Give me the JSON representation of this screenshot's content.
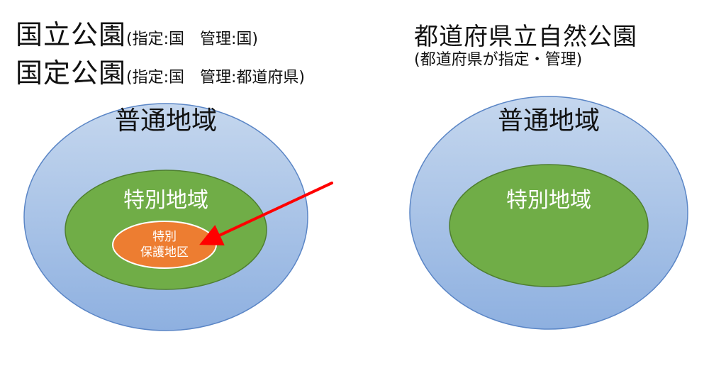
{
  "left": {
    "line1": {
      "title": "国立公園",
      "sub": "(指定:国　管理:国)"
    },
    "line2": {
      "title": "国定公園",
      "sub": "(指定:国　管理:都道府県)"
    },
    "outer_label": "普通地域",
    "middle_label": "特別地域",
    "inner_label_1": "特別",
    "inner_label_2": "保護地区"
  },
  "right": {
    "title": "都道府県立自然公園",
    "sub": "(都道府県が指定・管理)",
    "outer_label": "普通地域",
    "middle_label": "特別地域"
  },
  "colors": {
    "outer_top": "#c5d7ee",
    "outer_bottom": "#8eb0e0",
    "outer_stroke": "#5b86c6",
    "middle": "#70ad47",
    "middle_stroke": "#4f7f30",
    "inner": "#ed7d31",
    "inner_stroke": "#ffffff",
    "arrow": "#ff0000"
  }
}
